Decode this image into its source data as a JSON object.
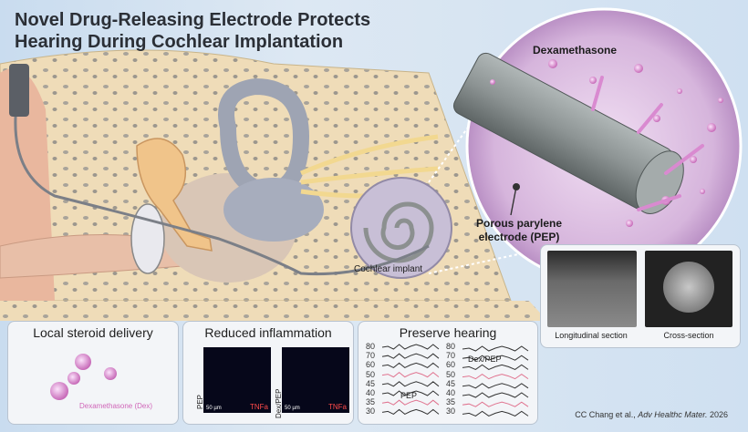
{
  "title": {
    "line1": "Novel Drug-Releasing Electrode Protects",
    "line2": "Hearing During Cochlear Implantation"
  },
  "labels": {
    "dexamethasone": "Dexamethasone",
    "electrode_line1": "Porous parylene",
    "electrode_line2": "electrode (PEP)",
    "cochlear_implant": "Cochlear implant"
  },
  "sem": {
    "longitudinal": "Longitudinal section",
    "cross": "Cross-section"
  },
  "panels": {
    "steroid": {
      "title": "Local steroid delivery",
      "caption": "Dexamethasone (Dex)"
    },
    "inflammation": {
      "title": "Reduced inflammation",
      "left_label": "PEP",
      "right_label": "Dex/PEP",
      "marker": "TNFa",
      "scale": "50 µm"
    },
    "hearing": {
      "title": "Preserve hearing",
      "ticks": [
        "80",
        "70",
        "60",
        "50",
        "45",
        "40",
        "35",
        "30"
      ],
      "left_label": "PEP",
      "right_label": "Dex/PEP"
    }
  },
  "citation": {
    "prefix": "CC Chang et al., ",
    "journal": "Adv Healthc Mater.",
    "year": " 2026"
  },
  "colors": {
    "accent_pink": "#d066b8",
    "bone": "#efdcb8",
    "nerve": "#f2d890",
    "electrode": "#8f9696"
  }
}
